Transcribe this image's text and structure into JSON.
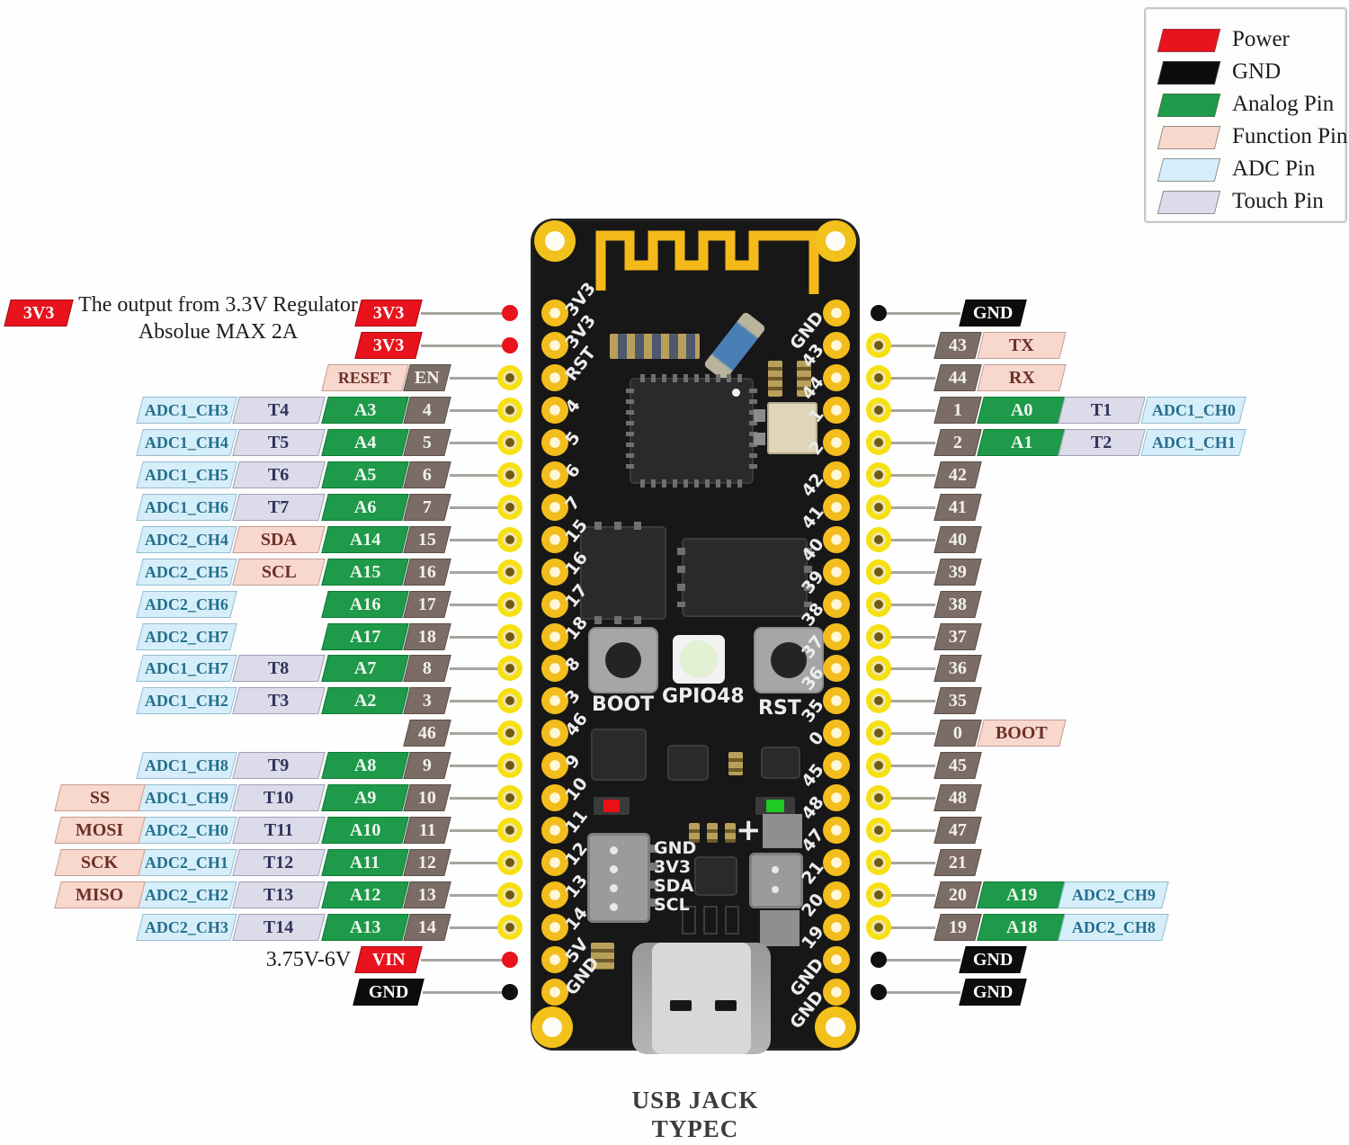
{
  "legend": {
    "items": [
      {
        "label": "Power",
        "type": "power"
      },
      {
        "label": "GND",
        "type": "gnd"
      },
      {
        "label": "Analog Pin",
        "type": "analog"
      },
      {
        "label": "Function Pin",
        "type": "function"
      },
      {
        "label": "ADC Pin",
        "type": "adc"
      },
      {
        "label": "Touch Pin",
        "type": "touch"
      }
    ],
    "colors": {
      "power": "#e8131d",
      "gnd": "#0c0c0c",
      "analog": "#1e9a4a",
      "function": "#f8d7cc",
      "adc": "#d6eef9",
      "touch": "#dcdbe9"
    }
  },
  "annotations": {
    "note_tag": "3V3",
    "note_line1": "The output from 3.3V Regulator",
    "note_line2": "Absolue MAX 2A",
    "vin_note": "3.75V-6V",
    "usb_caption_line1": "USB JACK",
    "usb_caption_line2": "TYPEC"
  },
  "left_rows": [
    {
      "dot": "power",
      "tags": [
        {
          "label": "3V3",
          "type": "power",
          "col": "p"
        }
      ]
    },
    {
      "dot": "power",
      "tags": [
        {
          "label": "3V3",
          "type": "power",
          "col": "p"
        }
      ]
    },
    {
      "dot": "gpio",
      "tags": [
        {
          "label": "EN",
          "type": "num",
          "col": "0"
        },
        {
          "label": "RESET",
          "type": "function",
          "col": "1"
        }
      ]
    },
    {
      "dot": "gpio",
      "tags": [
        {
          "label": "4",
          "type": "num",
          "col": "0"
        },
        {
          "label": "A3",
          "type": "analog",
          "col": "1"
        },
        {
          "label": "T4",
          "type": "touch",
          "col": "2"
        },
        {
          "label": "ADC1_CH3",
          "type": "adc",
          "col": "3"
        }
      ]
    },
    {
      "dot": "gpio",
      "tags": [
        {
          "label": "5",
          "type": "num",
          "col": "0"
        },
        {
          "label": "A4",
          "type": "analog",
          "col": "1"
        },
        {
          "label": "T5",
          "type": "touch",
          "col": "2"
        },
        {
          "label": "ADC1_CH4",
          "type": "adc",
          "col": "3"
        }
      ]
    },
    {
      "dot": "gpio",
      "tags": [
        {
          "label": "6",
          "type": "num",
          "col": "0"
        },
        {
          "label": "A5",
          "type": "analog",
          "col": "1"
        },
        {
          "label": "T6",
          "type": "touch",
          "col": "2"
        },
        {
          "label": "ADC1_CH5",
          "type": "adc",
          "col": "3"
        }
      ]
    },
    {
      "dot": "gpio",
      "tags": [
        {
          "label": "7",
          "type": "num",
          "col": "0"
        },
        {
          "label": "A6",
          "type": "analog",
          "col": "1"
        },
        {
          "label": "T7",
          "type": "touch",
          "col": "2"
        },
        {
          "label": "ADC1_CH6",
          "type": "adc",
          "col": "3"
        }
      ]
    },
    {
      "dot": "gpio",
      "tags": [
        {
          "label": "15",
          "type": "num",
          "col": "0"
        },
        {
          "label": "A14",
          "type": "analog",
          "col": "1"
        },
        {
          "label": "SDA",
          "type": "function",
          "col": "2"
        },
        {
          "label": "ADC2_CH4",
          "type": "adc",
          "col": "3"
        }
      ]
    },
    {
      "dot": "gpio",
      "tags": [
        {
          "label": "16",
          "type": "num",
          "col": "0"
        },
        {
          "label": "A15",
          "type": "analog",
          "col": "1"
        },
        {
          "label": "SCL",
          "type": "function",
          "col": "2"
        },
        {
          "label": "ADC2_CH5",
          "type": "adc",
          "col": "3"
        }
      ]
    },
    {
      "dot": "gpio",
      "tags": [
        {
          "label": "17",
          "type": "num",
          "col": "0"
        },
        {
          "label": "A16",
          "type": "analog",
          "col": "1"
        },
        {
          "label": "ADC2_CH6",
          "type": "adc",
          "col": "3"
        }
      ]
    },
    {
      "dot": "gpio",
      "tags": [
        {
          "label": "18",
          "type": "num",
          "col": "0"
        },
        {
          "label": "A17",
          "type": "analog",
          "col": "1"
        },
        {
          "label": "ADC2_CH7",
          "type": "adc",
          "col": "3"
        }
      ]
    },
    {
      "dot": "gpio",
      "tags": [
        {
          "label": "8",
          "type": "num",
          "col": "0"
        },
        {
          "label": "A7",
          "type": "analog",
          "col": "1"
        },
        {
          "label": "T8",
          "type": "touch",
          "col": "2"
        },
        {
          "label": "ADC1_CH7",
          "type": "adc",
          "col": "3"
        }
      ]
    },
    {
      "dot": "gpio",
      "tags": [
        {
          "label": "3",
          "type": "num",
          "col": "0"
        },
        {
          "label": "A2",
          "type": "analog",
          "col": "1"
        },
        {
          "label": "T3",
          "type": "touch",
          "col": "2"
        },
        {
          "label": "ADC1_CH2",
          "type": "adc",
          "col": "3"
        }
      ]
    },
    {
      "dot": "gpio",
      "tags": [
        {
          "label": "46",
          "type": "num",
          "col": "0"
        }
      ]
    },
    {
      "dot": "gpio",
      "tags": [
        {
          "label": "9",
          "type": "num",
          "col": "0"
        },
        {
          "label": "A8",
          "type": "analog",
          "col": "1"
        },
        {
          "label": "T9",
          "type": "touch",
          "col": "2"
        },
        {
          "label": "ADC1_CH8",
          "type": "adc",
          "col": "3"
        }
      ]
    },
    {
      "dot": "gpio",
      "tags": [
        {
          "label": "10",
          "type": "num",
          "col": "0"
        },
        {
          "label": "A9",
          "type": "analog",
          "col": "1"
        },
        {
          "label": "T10",
          "type": "touch",
          "col": "2"
        },
        {
          "label": "ADC1_CH9",
          "type": "adc",
          "col": "3"
        },
        {
          "label": "SS",
          "type": "function",
          "col": "4"
        }
      ]
    },
    {
      "dot": "gpio",
      "tags": [
        {
          "label": "11",
          "type": "num",
          "col": "0"
        },
        {
          "label": "A10",
          "type": "analog",
          "col": "1"
        },
        {
          "label": "T11",
          "type": "touch",
          "col": "2"
        },
        {
          "label": "ADC2_CH0",
          "type": "adc",
          "col": "3"
        },
        {
          "label": "MOSI",
          "type": "function",
          "col": "4"
        }
      ]
    },
    {
      "dot": "gpio",
      "tags": [
        {
          "label": "12",
          "type": "num",
          "col": "0"
        },
        {
          "label": "A11",
          "type": "analog",
          "col": "1"
        },
        {
          "label": "T12",
          "type": "touch",
          "col": "2"
        },
        {
          "label": "ADC2_CH1",
          "type": "adc",
          "col": "3"
        },
        {
          "label": "SCK",
          "type": "function",
          "col": "4"
        }
      ]
    },
    {
      "dot": "gpio",
      "tags": [
        {
          "label": "13",
          "type": "num",
          "col": "0"
        },
        {
          "label": "A12",
          "type": "analog",
          "col": "1"
        },
        {
          "label": "T13",
          "type": "touch",
          "col": "2"
        },
        {
          "label": "ADC2_CH2",
          "type": "adc",
          "col": "3"
        },
        {
          "label": "MISO",
          "type": "function",
          "col": "4"
        }
      ]
    },
    {
      "dot": "gpio",
      "tags": [
        {
          "label": "14",
          "type": "num",
          "col": "0"
        },
        {
          "label": "A13",
          "type": "analog",
          "col": "1"
        },
        {
          "label": "T14",
          "type": "touch",
          "col": "2"
        },
        {
          "label": "ADC2_CH3",
          "type": "adc",
          "col": "3"
        }
      ]
    },
    {
      "dot": "power",
      "tags": [
        {
          "label": "VIN",
          "type": "power",
          "col": "p"
        }
      ]
    },
    {
      "dot": "gnd",
      "tags": [
        {
          "label": "GND",
          "type": "gnd",
          "col": "g"
        }
      ]
    }
  ],
  "right_rows": [
    {
      "dot": "gnd",
      "tags": [
        {
          "label": "GND",
          "type": "gnd",
          "col": "g"
        }
      ]
    },
    {
      "dot": "gpio",
      "tags": [
        {
          "label": "43",
          "type": "num",
          "col": "0"
        },
        {
          "label": "TX",
          "type": "function",
          "col": "1"
        }
      ]
    },
    {
      "dot": "gpio",
      "tags": [
        {
          "label": "44",
          "type": "num",
          "col": "0"
        },
        {
          "label": "RX",
          "type": "function",
          "col": "1"
        }
      ]
    },
    {
      "dot": "gpio",
      "tags": [
        {
          "label": "1",
          "type": "num",
          "col": "0"
        },
        {
          "label": "A0",
          "type": "analog",
          "col": "1"
        },
        {
          "label": "T1",
          "type": "touch",
          "col": "2"
        },
        {
          "label": "ADC1_CH0",
          "type": "adc",
          "col": "3"
        }
      ]
    },
    {
      "dot": "gpio",
      "tags": [
        {
          "label": "2",
          "type": "num",
          "col": "0"
        },
        {
          "label": "A1",
          "type": "analog",
          "col": "1"
        },
        {
          "label": "T2",
          "type": "touch",
          "col": "2"
        },
        {
          "label": "ADC1_CH1",
          "type": "adc",
          "col": "3"
        }
      ]
    },
    {
      "dot": "gpio",
      "tags": [
        {
          "label": "42",
          "type": "num",
          "col": "0"
        }
      ]
    },
    {
      "dot": "gpio",
      "tags": [
        {
          "label": "41",
          "type": "num",
          "col": "0"
        }
      ]
    },
    {
      "dot": "gpio",
      "tags": [
        {
          "label": "40",
          "type": "num",
          "col": "0"
        }
      ]
    },
    {
      "dot": "gpio",
      "tags": [
        {
          "label": "39",
          "type": "num",
          "col": "0"
        }
      ]
    },
    {
      "dot": "gpio",
      "tags": [
        {
          "label": "38",
          "type": "num",
          "col": "0"
        }
      ]
    },
    {
      "dot": "gpio",
      "tags": [
        {
          "label": "37",
          "type": "num",
          "col": "0"
        }
      ]
    },
    {
      "dot": "gpio",
      "tags": [
        {
          "label": "36",
          "type": "num",
          "col": "0"
        }
      ]
    },
    {
      "dot": "gpio",
      "tags": [
        {
          "label": "35",
          "type": "num",
          "col": "0"
        }
      ]
    },
    {
      "dot": "gpio",
      "tags": [
        {
          "label": "0",
          "type": "num",
          "col": "0"
        },
        {
          "label": "BOOT",
          "type": "function",
          "col": "1"
        }
      ]
    },
    {
      "dot": "gpio",
      "tags": [
        {
          "label": "45",
          "type": "num",
          "col": "0"
        }
      ]
    },
    {
      "dot": "gpio",
      "tags": [
        {
          "label": "48",
          "type": "num",
          "col": "0"
        }
      ]
    },
    {
      "dot": "gpio",
      "tags": [
        {
          "label": "47",
          "type": "num",
          "col": "0"
        }
      ]
    },
    {
      "dot": "gpio",
      "tags": [
        {
          "label": "21",
          "type": "num",
          "col": "0"
        }
      ]
    },
    {
      "dot": "gpio",
      "tags": [
        {
          "label": "20",
          "type": "num",
          "col": "0"
        },
        {
          "label": "A19",
          "type": "analog",
          "col": "1"
        },
        {
          "label": "ADC2_CH9",
          "type": "adc",
          "col": "2"
        }
      ]
    },
    {
      "dot": "gpio",
      "tags": [
        {
          "label": "19",
          "type": "num",
          "col": "0"
        },
        {
          "label": "A18",
          "type": "analog",
          "col": "1"
        },
        {
          "label": "ADC2_CH8",
          "type": "adc",
          "col": "2"
        }
      ]
    },
    {
      "dot": "gnd",
      "tags": [
        {
          "label": "GND",
          "type": "gnd",
          "col": "g"
        }
      ]
    },
    {
      "dot": "gnd",
      "tags": [
        {
          "label": "GND",
          "type": "gnd",
          "col": "g"
        }
      ]
    }
  ],
  "board": {
    "left_edge_labels": [
      "3V3",
      "3V3",
      "RST",
      "4",
      "5",
      "6",
      "7",
      "15",
      "16",
      "17",
      "18",
      "8",
      "3",
      "46",
      "9",
      "10",
      "11",
      "12",
      "13",
      "14",
      "5V",
      "GND"
    ],
    "right_edge_labels": [
      "GND",
      "43",
      "44",
      "1",
      "2",
      "42",
      "41",
      "40",
      "39",
      "38",
      "37",
      "36",
      "35",
      "0",
      "45",
      "48",
      "47",
      "21",
      "20",
      "19",
      "GND",
      "GND"
    ],
    "silkscreen": {
      "boot": "BOOT",
      "gpio48": "GPIO48",
      "rst": "RST",
      "header": [
        "GND",
        "3V3",
        "SDA",
        "SCL"
      ],
      "plus": "+"
    }
  }
}
